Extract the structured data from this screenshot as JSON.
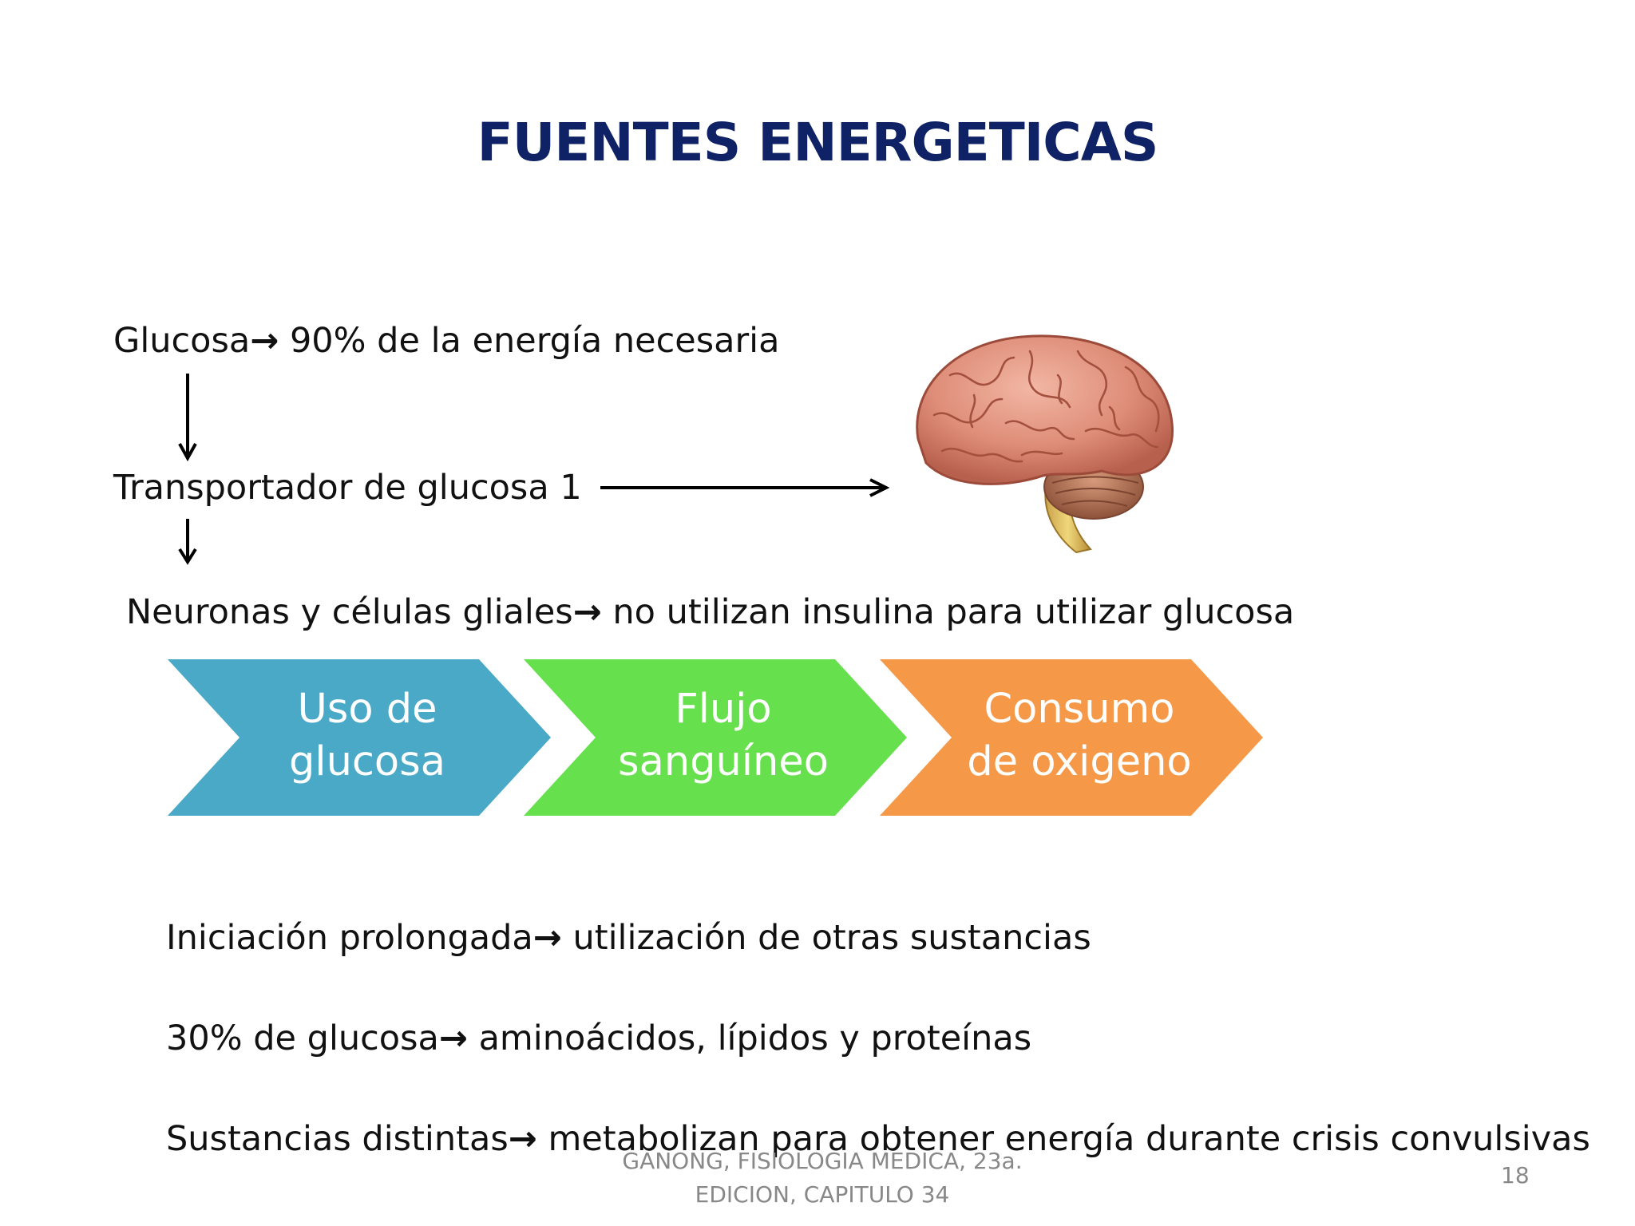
{
  "title": "FUENTES ENERGETICAS",
  "arrow_glyph": "→",
  "glucosa": {
    "left": "Glucosa",
    "right": "90% de la energía necesaria"
  },
  "transportador": "Transportador de glucosa 1",
  "neuronas": {
    "left": "Neuronas y células gliales",
    "right": "no utilizan insulina para utilizar glucosa"
  },
  "process": [
    {
      "line1": "Uso de",
      "line2": "glucosa",
      "color": "#4ba9c8"
    },
    {
      "line1": "Flujo",
      "line2": "sanguíneo",
      "color": "#66e04c"
    },
    {
      "line1": "Consumo",
      "line2": "de oxigeno",
      "color": "#f59848"
    }
  ],
  "bullets": [
    {
      "left": "Iniciación prolongada",
      "right": "utilización de otras sustancias"
    },
    {
      "left": "30% de glucosa",
      "right": "aminoácidos, lípidos y proteínas"
    },
    {
      "left": "Sustancias distintas",
      "right": "metabolizan para obtener energía durante crisis convulsivas"
    }
  ],
  "footer": {
    "ref_line1": "GANONG, FISIOLOGIA MEDICA, 23a.",
    "ref_line2": "EDICION, CAPITULO 34",
    "page": "18"
  },
  "brain_icon": "brain-icon"
}
